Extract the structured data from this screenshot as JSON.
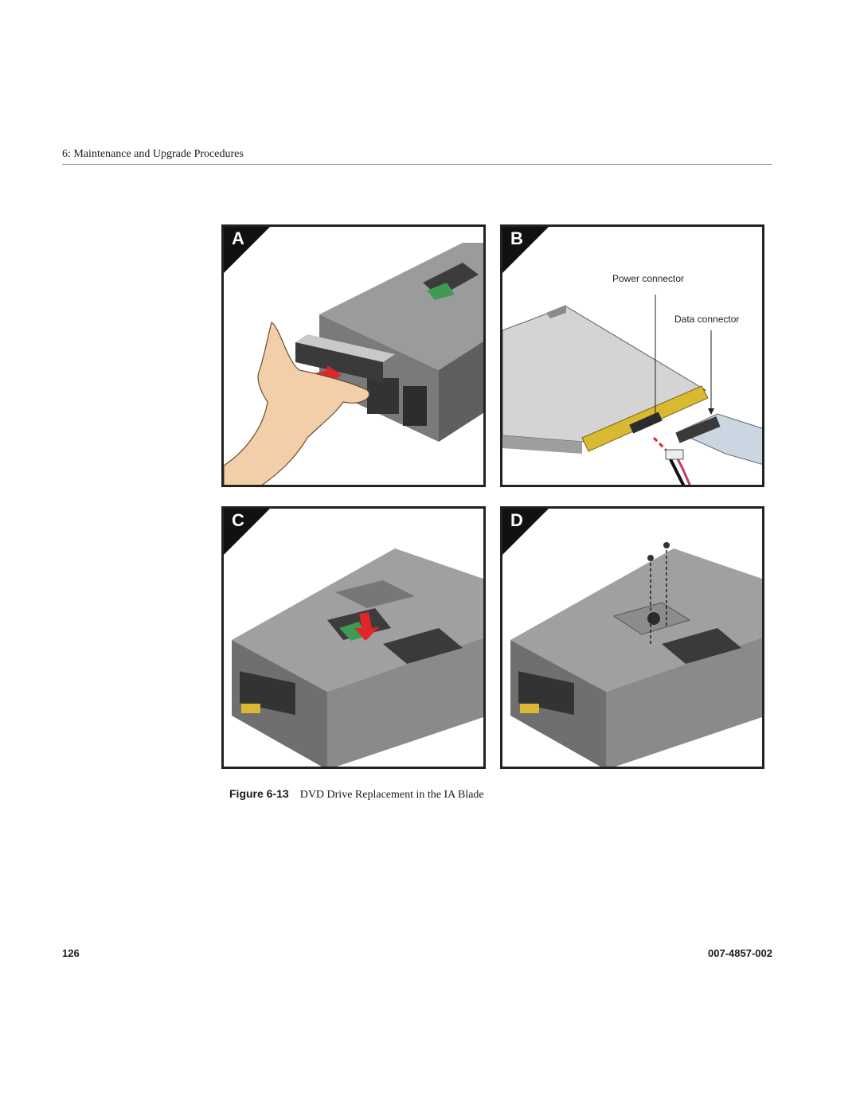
{
  "header": {
    "section": "6: Maintenance and Upgrade Procedures"
  },
  "figure": {
    "panels": [
      {
        "letter": "A"
      },
      {
        "letter": "B",
        "callouts": [
          "Power connector",
          "Data connector"
        ]
      },
      {
        "letter": "C"
      },
      {
        "letter": "D"
      }
    ],
    "caption_label": "Figure 6-13",
    "caption_text": "DVD Drive Replacement in the IA Blade"
  },
  "footer": {
    "page_number": "126",
    "doc_number": "007-4857-002"
  },
  "colors": {
    "arrow_red": "#e0252b",
    "pcb_yellow": "#d9b931",
    "chassis_gray": "#8e8e8e"
  }
}
